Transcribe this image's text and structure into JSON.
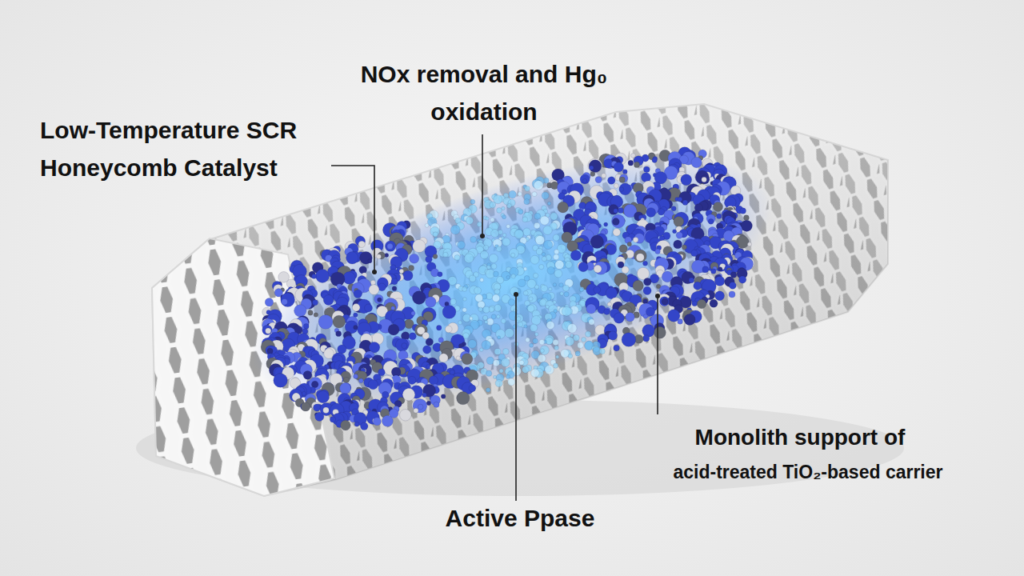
{
  "diagram": {
    "labels": [
      "NOx removal and Hg₀ oxidation",
      "Low-Temperature SCR Honeycomb Catalyst",
      "Monolith support of",
      "acid-treated TiO₂-based carrier",
      "Active Ppase"
    ]
  }
}
